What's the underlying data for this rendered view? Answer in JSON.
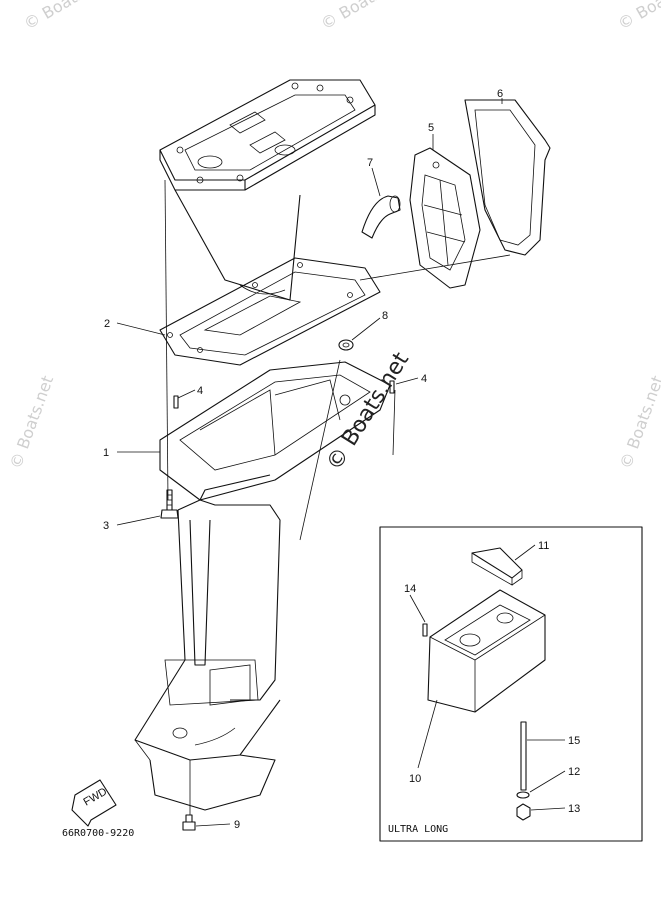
{
  "diagram": {
    "part_code": "66R0700-9220",
    "inset_label": "ULTRA LONG",
    "fwd_label": "FWD",
    "watermark": "© Boats.net",
    "callouts": [
      "1",
      "2",
      "3",
      "4",
      "4",
      "5",
      "6",
      "7",
      "8",
      "9",
      "10",
      "11",
      "12",
      "13",
      "14",
      "15"
    ]
  }
}
